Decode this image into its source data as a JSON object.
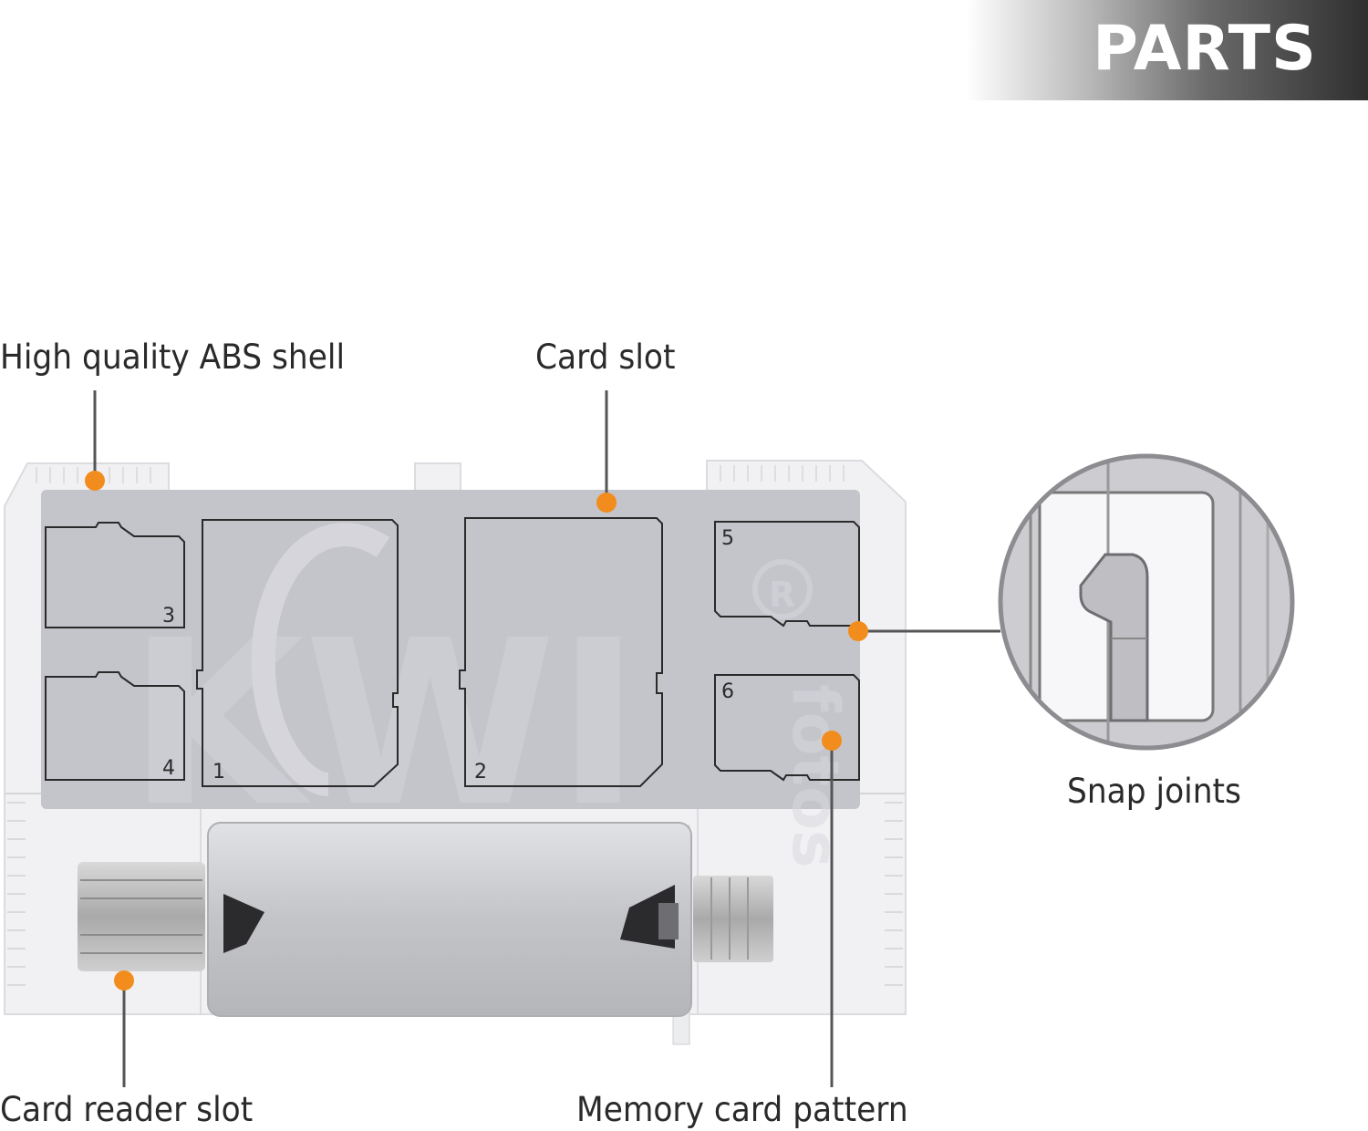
{
  "banner": {
    "title": "PARTS"
  },
  "callouts": {
    "shell": "High quality ABS shell",
    "card_slot": "Card slot",
    "snap_joints": "Snap joints",
    "reader_slot": "Card reader slot",
    "card_pattern": "Memory card pattern"
  },
  "slots": {
    "s1": "1",
    "s2": "2",
    "s3": "3",
    "s4": "4",
    "s5": "5",
    "s6": "6"
  },
  "brand": {
    "logo_text": "KIWI fotos",
    "registered": "R"
  },
  "colors": {
    "marker": "#f28c1c",
    "leader": "#555555",
    "panel": "#c3c3ca",
    "shell": "#eeeeef",
    "reader": "#c8c9cc"
  }
}
